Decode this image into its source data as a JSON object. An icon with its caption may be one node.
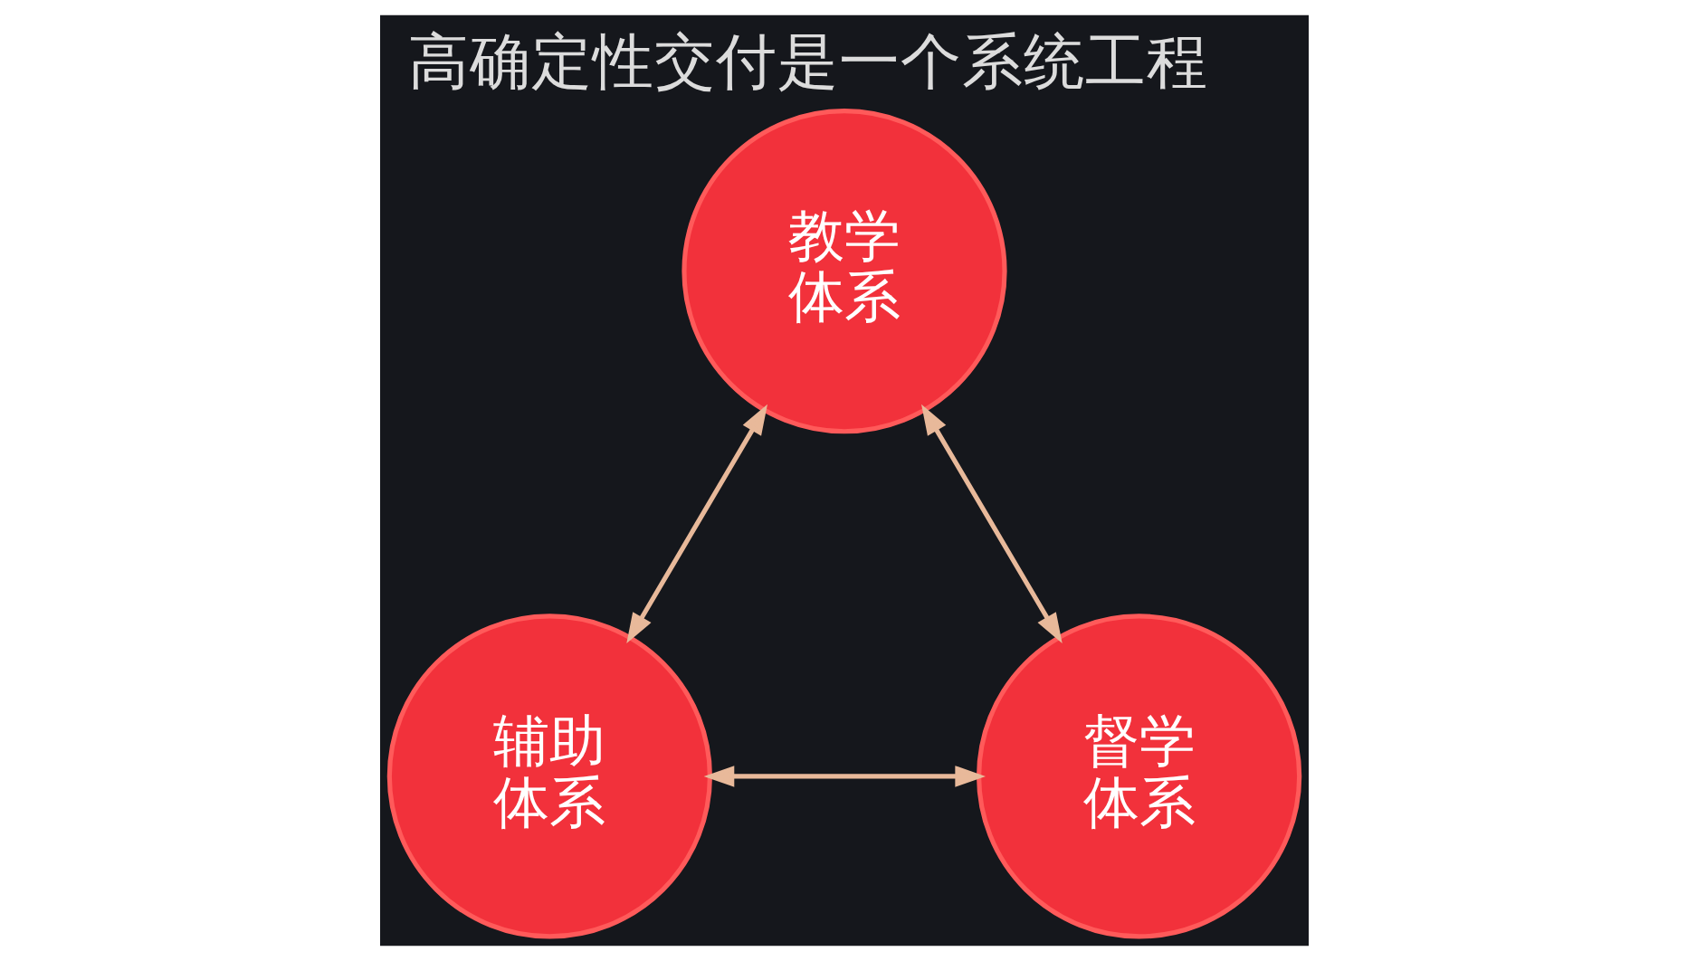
{
  "diagram": {
    "title": "高确定性交付是一个系统工程",
    "nodes": [
      {
        "text": [
          "教学体系"
        ]
      },
      {
        "text": [
          "辅助体系"
        ]
      },
      {
        "text": [
          "督学体系"
        ]
      }
    ],
    "edges": [
      {
        "from": 0,
        "to": 2,
        "arrow": "both"
      },
      {
        "from": 1,
        "to": 0,
        "arrow": "both"
      },
      {
        "from": 1,
        "to": 2,
        "arrow": "both"
      }
    ]
  }
}
